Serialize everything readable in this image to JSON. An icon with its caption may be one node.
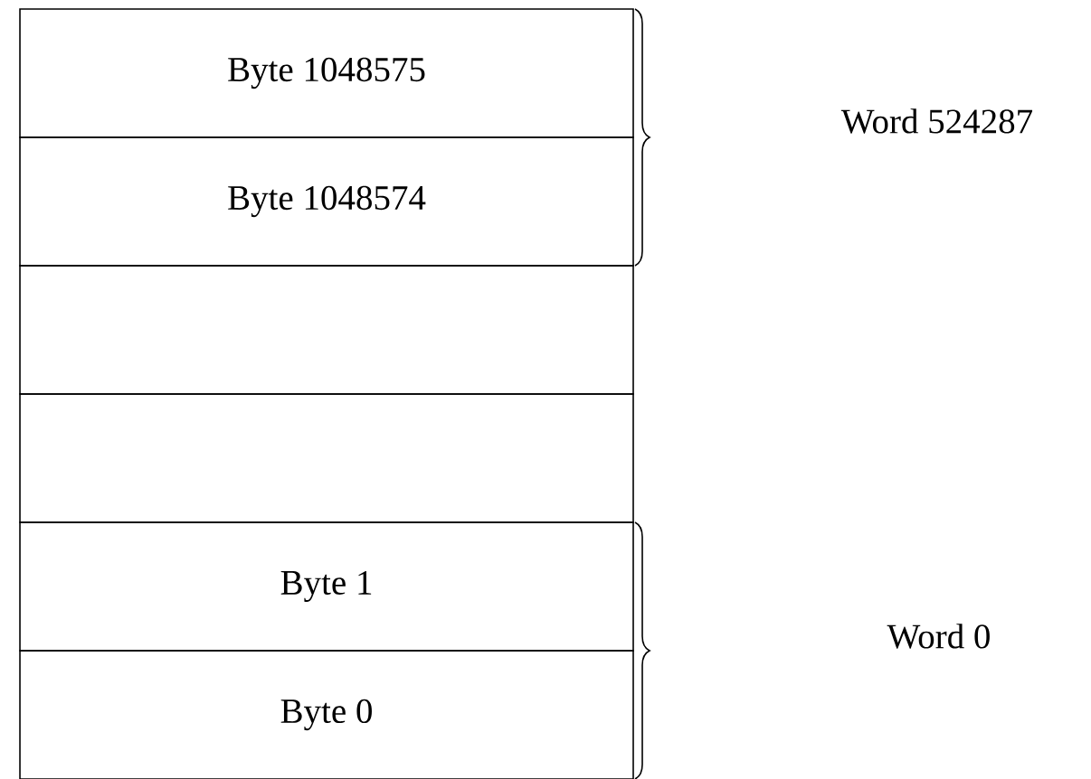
{
  "diagram": {
    "nodes": [
      {
        "text": [
          "Byte 1048575"
        ]
      },
      {
        "text": [
          "Byte 1048574"
        ]
      },
      {
        "text": [],
        "shape": "box"
      },
      {
        "text": [],
        "shape": "box"
      },
      {
        "text": [
          "Byte 1"
        ]
      },
      {
        "text": [
          "Byte 0"
        ]
      }
    ],
    "labels": [
      "Word 524287",
      "Word 0"
    ]
  }
}
